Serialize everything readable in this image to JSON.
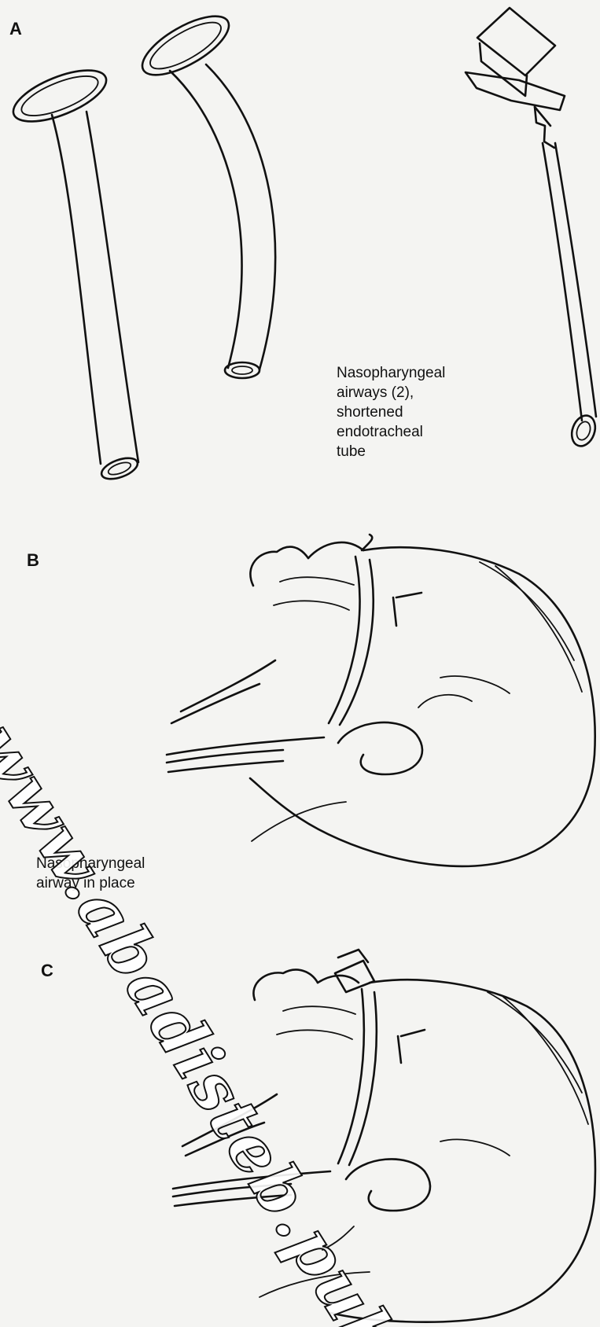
{
  "figure": {
    "panel_a": {
      "letter": "A",
      "caption_lines": [
        "Nasopharyngeal",
        "airways (2),",
        "shortened",
        "endotracheal",
        "tube"
      ]
    },
    "panel_b": {
      "letter": "B",
      "caption_lines": [
        "Nasopharyngeal",
        "airway in place"
      ]
    },
    "panel_c": {
      "letter": "C"
    },
    "watermark": "www.abadisteb.pub"
  }
}
